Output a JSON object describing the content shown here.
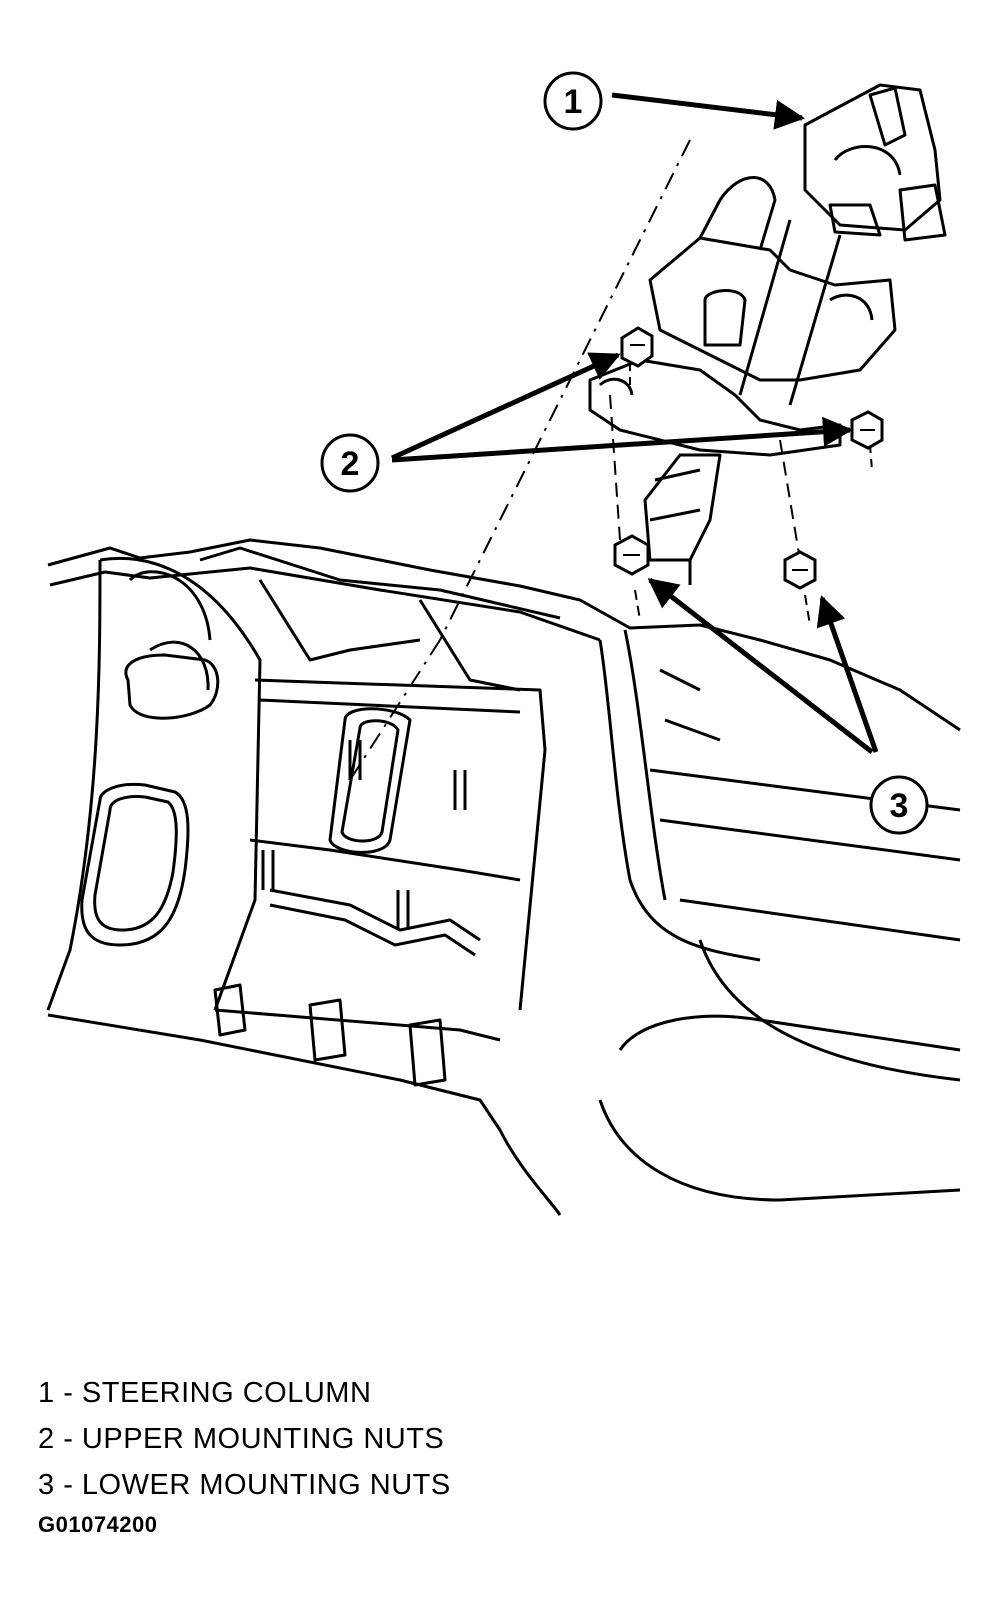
{
  "callouts": [
    "1",
    "2",
    "3"
  ],
  "legend": [
    {
      "number": "1",
      "separator": " - ",
      "label": "STEERING COLUMN"
    },
    {
      "number": "2",
      "separator": " - ",
      "label": "UPPER MOUNTING NUTS"
    },
    {
      "number": "3",
      "separator": " - ",
      "label": "LOWER MOUNTING NUTS"
    }
  ],
  "figure_id": "G01074200",
  "colors": {
    "ink": "#000000",
    "paper": "#ffffff"
  }
}
